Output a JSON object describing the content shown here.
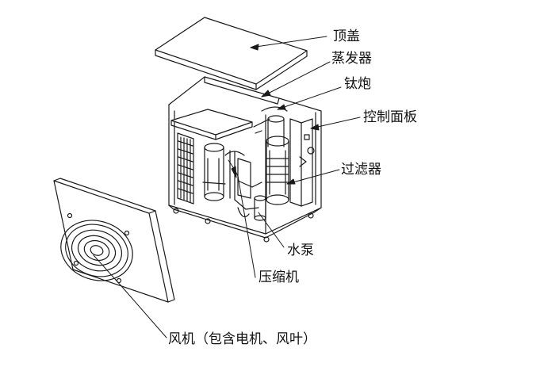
{
  "labels": {
    "top_cover": "顶盖",
    "evaporator": "蒸发器",
    "titanium_tube": "钛炮",
    "control_panel": "控制面板",
    "filter": "过滤器",
    "water_pump": "水泵",
    "compressor": "压缩机",
    "fan": "风机（包含电机、风叶）"
  },
  "colors": {
    "line": "#1a1a1a",
    "background": "#ffffff"
  }
}
